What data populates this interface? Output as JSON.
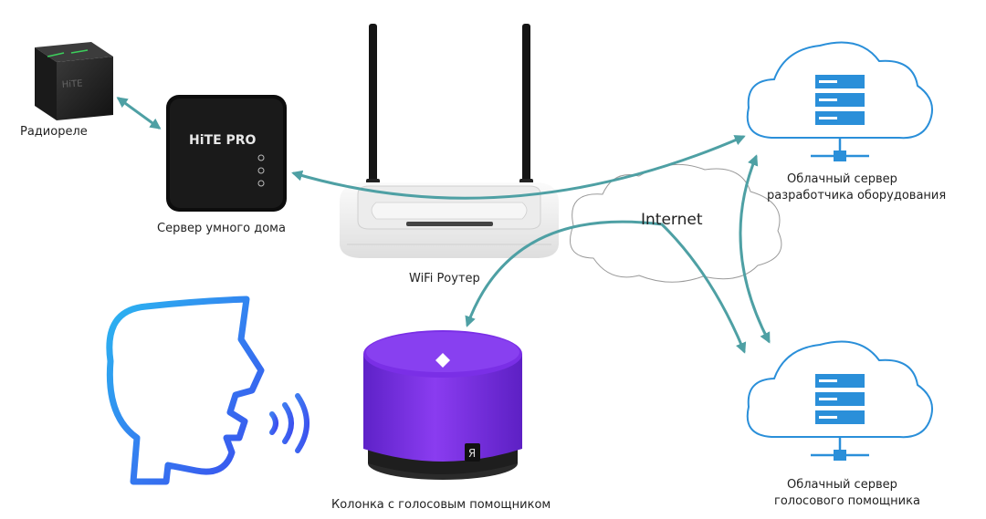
{
  "labels": {
    "relay": "Радиореле",
    "hub": "Сервер умного дома",
    "router": "WiFi Роутер",
    "internet": "Internet",
    "speaker": "Колонка с голосовым помощником",
    "cloud_dev_line1": "Облачный сервер",
    "cloud_dev_line2": "разработчика оборудования",
    "cloud_voice_line1": "Облачный сервер",
    "cloud_voice_line2": "голосового помощника"
  },
  "brand": {
    "hub_logo": "HiTE PRO",
    "speaker_logo": "Я"
  },
  "colors": {
    "arrow": "#4ea0a4",
    "cloud": "#2a8fd9",
    "server": "#2a8fd9",
    "speaker": "#7b2ee8",
    "head_gradient_top": "#2bb6f0",
    "head_gradient_bottom": "#3b4bef"
  }
}
